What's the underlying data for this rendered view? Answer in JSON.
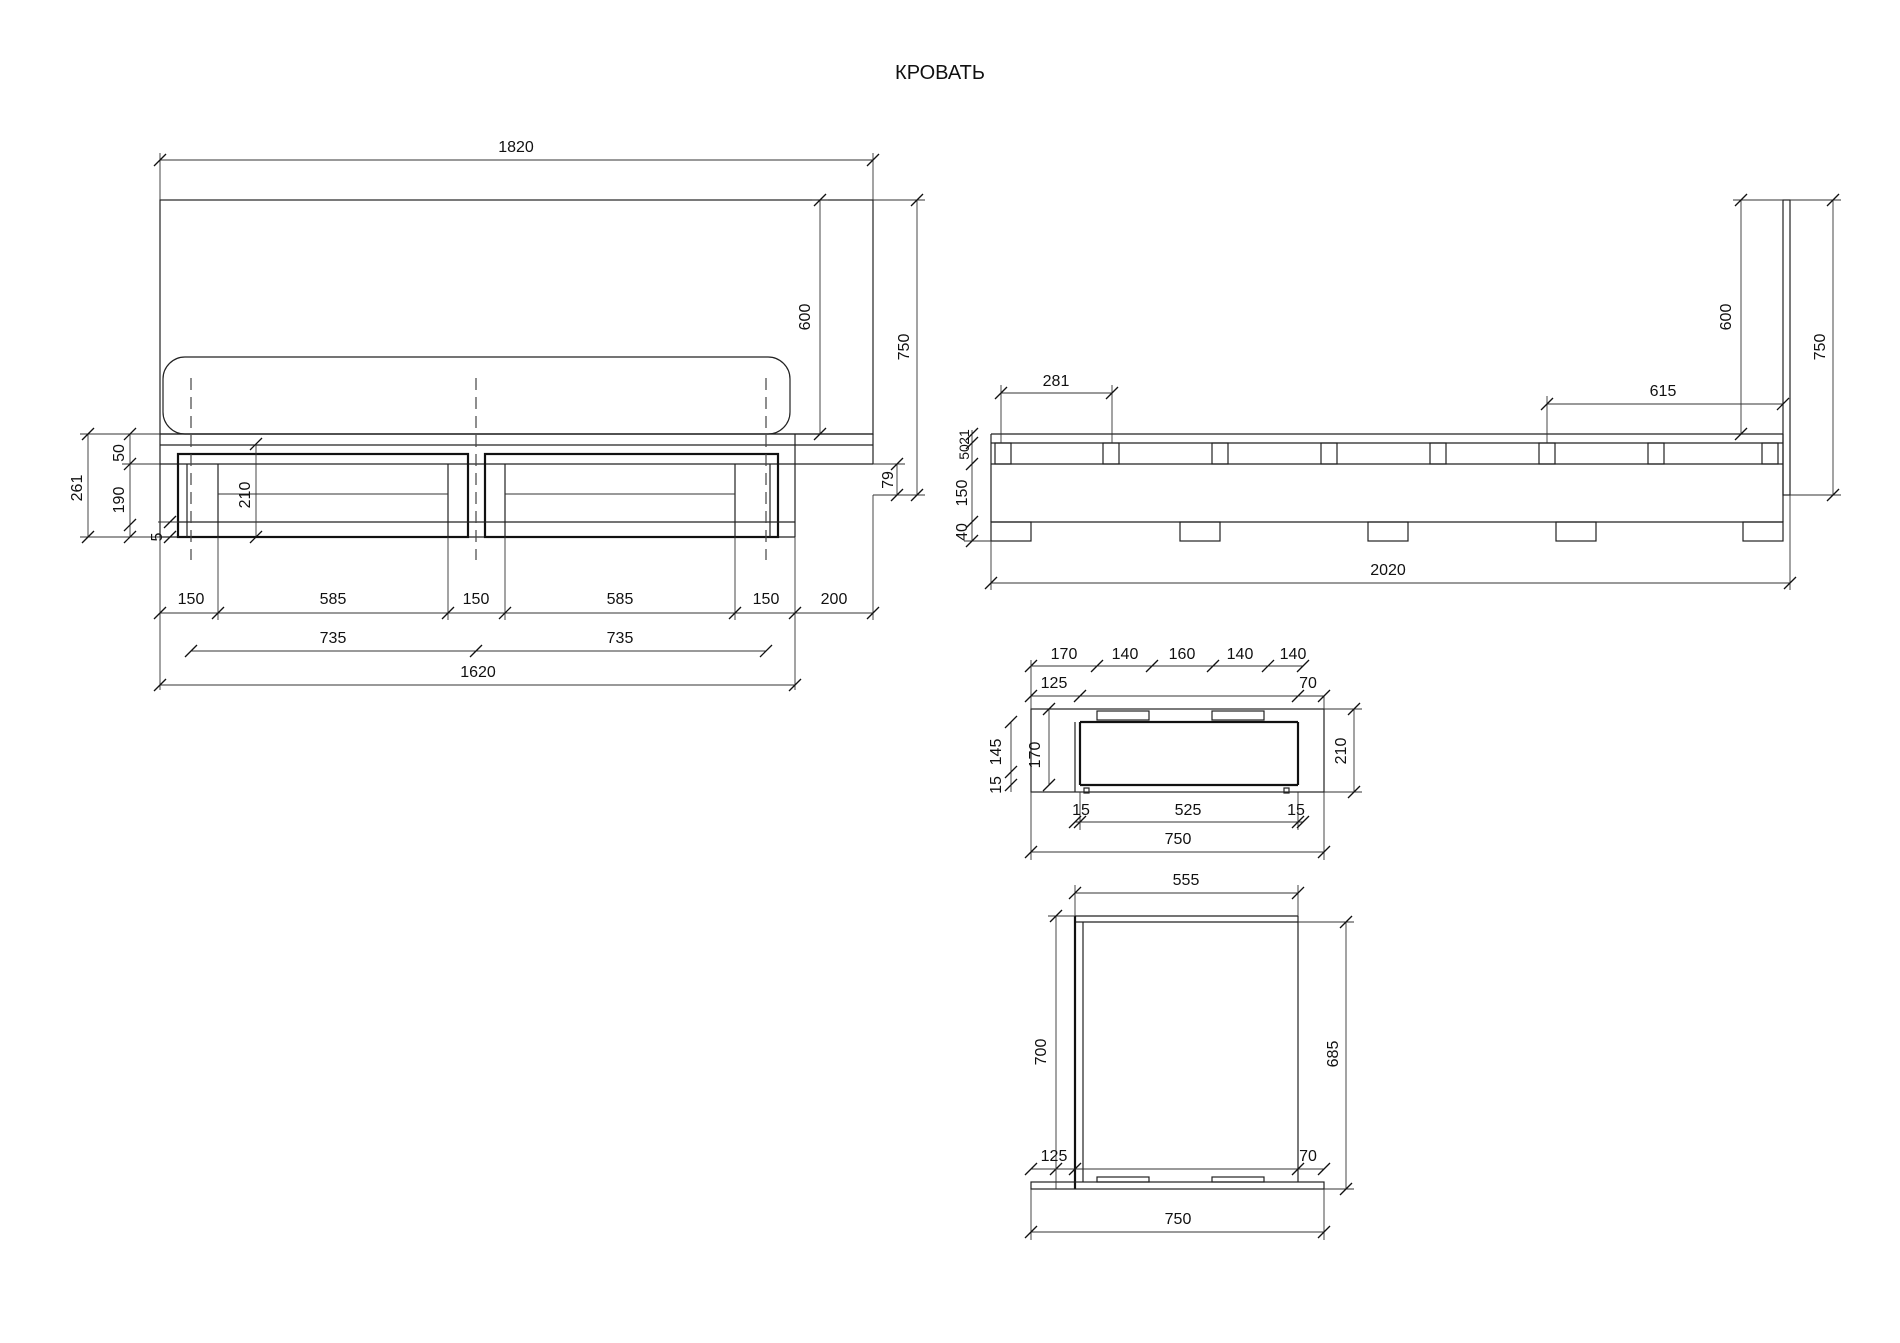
{
  "title": "КРОВАТЬ",
  "front_view": {
    "dims": {
      "total_width": "1820",
      "headboard_height": "600",
      "total_height": "750",
      "side_261": "261",
      "side_50": "50",
      "side_190": "190",
      "side_5": "5",
      "inner_210": "210",
      "right_79": "79",
      "seg_150_a": "150",
      "seg_585_a": "585",
      "seg_150_b": "150",
      "seg_585_b": "585",
      "seg_150_c": "150",
      "seg_200": "200",
      "half_735_a": "735",
      "half_735_b": "735",
      "bed_1620": "1620"
    }
  },
  "side_view": {
    "dims": {
      "left_281": "281",
      "right_615": "615",
      "headboard_600": "600",
      "total_750": "750",
      "d_21": "21",
      "d_50": "50",
      "d_150": "150",
      "d_40": "40",
      "length_2020": "2020"
    }
  },
  "drawer_top_view": {
    "dims": {
      "t170": "170",
      "t140a": "140",
      "t160": "160",
      "t140b": "140",
      "t140c": "140",
      "t125": "125",
      "t70": "70",
      "h145": "145",
      "h170": "170",
      "h15": "15",
      "h210": "210",
      "b15a": "15",
      "b525": "525",
      "b15b": "15",
      "b750": "750"
    }
  },
  "drawer_front_view": {
    "dims": {
      "w555": "555",
      "h700": "700",
      "h685": "685",
      "b125": "125",
      "b70": "70",
      "b750": "750"
    }
  }
}
